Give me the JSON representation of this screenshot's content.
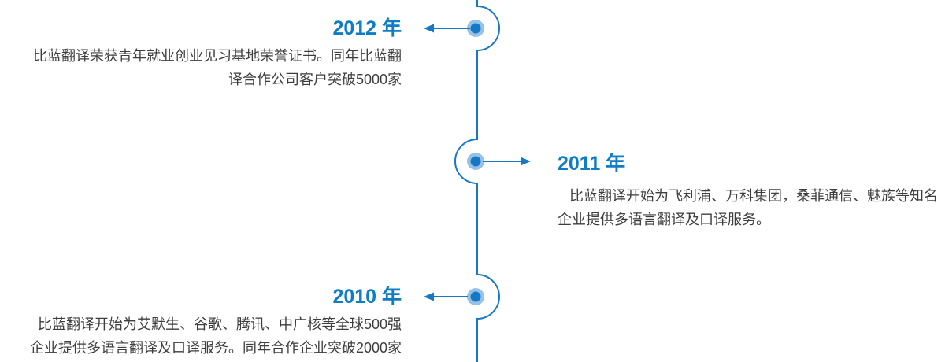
{
  "colors": {
    "accent_blue": "#0d7dc5",
    "line_blue": "#1878c4",
    "text_gray": "#3d3d3d",
    "dot_blue": "#1478c6",
    "dot_halo_blue": "#95c2e6",
    "background": "#ffffff"
  },
  "timeline": {
    "entries": [
      {
        "year": "2012 年",
        "side": "left",
        "description": "比蓝翻译荣获青年就业创业见习基地荣誉证书。同年比蓝翻\n译合作公司客户突破5000家"
      },
      {
        "year": "2011 年",
        "side": "right",
        "description": "比蓝翻译开始为飞利浦、万科集团，桑菲通信、魅族等知名\n企业提供多语言翻译及口译服务。"
      },
      {
        "year": "2010 年",
        "side": "left",
        "description": "比蓝翻译开始为艾默生、谷歌、腾讯、中广核等全球500强\n企业提供多语言翻译及口译服务。同年合作企业突破2000家"
      }
    ]
  }
}
